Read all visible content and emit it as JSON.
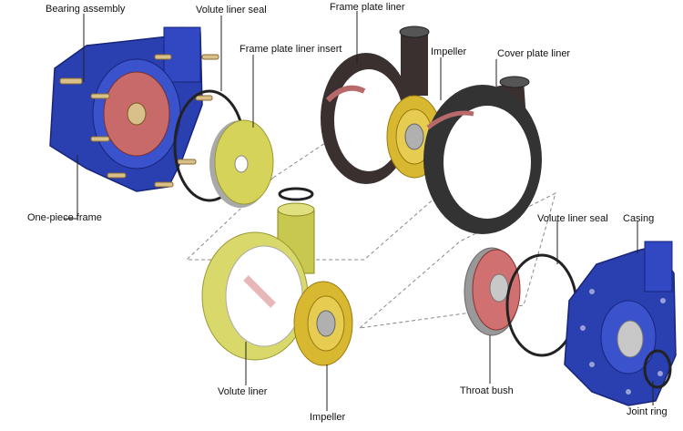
{
  "labels": {
    "bearing_assembly": "Bearing assembly",
    "volute_liner_seal_top": "Volute liner seal",
    "frame_plate_liner": "Frame plate liner",
    "frame_plate_liner_insert": "Frame plate liner insert",
    "impeller_top": "Impeller",
    "cover_plate_liner": "Cover plate liner",
    "one_piece_frame": "One-piece frame",
    "volute_liner_seal_right": "Volute liner seal",
    "casing": "Casing",
    "volute_liner": "Volute liner",
    "impeller_bottom": "Impeller",
    "throat_bush": "Throat bush",
    "joint_ring": "Joint ring"
  },
  "colors": {
    "frame_blue": "#2a3fb0",
    "liner_red": "#b86a6a",
    "rubber_dark": "#3a3a3a",
    "impeller_gold": "#d8b830",
    "volute_yellow": "#d9d86a"
  }
}
